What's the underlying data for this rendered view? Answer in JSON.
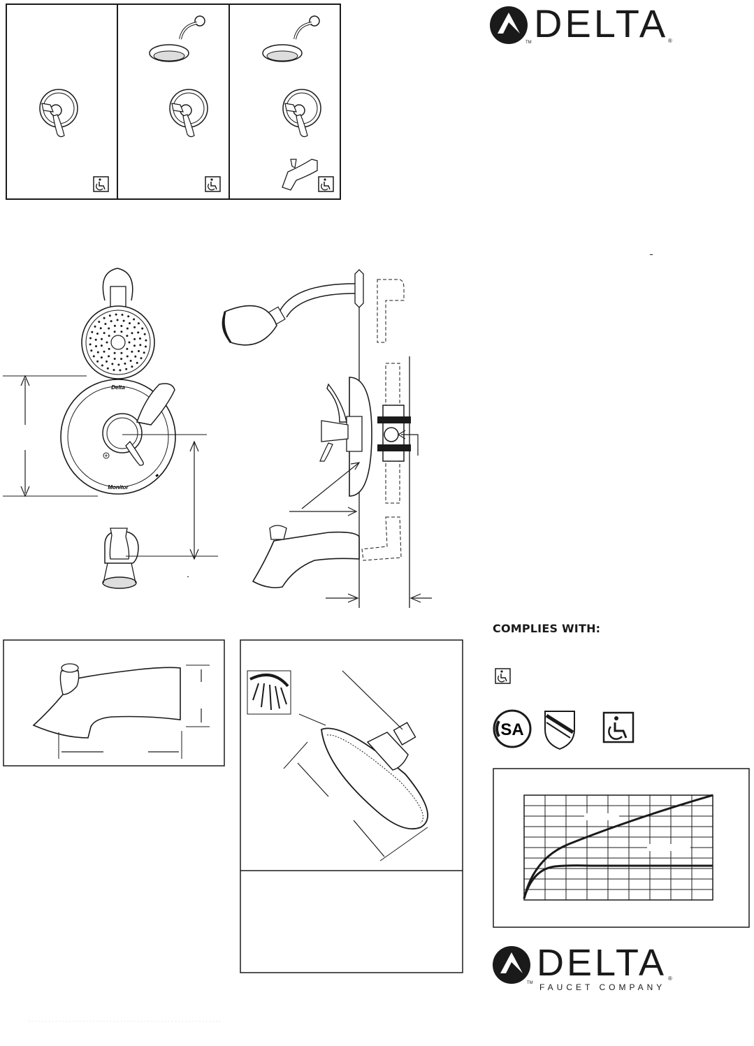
{
  "brand": {
    "name": "DELTA",
    "trademark_small": "TM",
    "registered": "®",
    "company_line": "FAUCET COMPANY"
  },
  "faceplate_text": {
    "top": "Delta",
    "bottom": "Monitor"
  },
  "compliance": {
    "heading": "COMPLIES WITH:"
  },
  "footer_note": "· · · · · · · · · · · · · · · · · · · · · · · · · · · · · · · · · · · · · · · · · · · · · · · · · · · · · · · · ·",
  "icons": [
    "accessibility-icon",
    "csa-certification-logo",
    "shield-certification-logo",
    "spray-pattern-icon",
    "delta-triangle-logo"
  ],
  "colors": {
    "ink": "#1a1a1a",
    "paper": "#ffffff"
  }
}
